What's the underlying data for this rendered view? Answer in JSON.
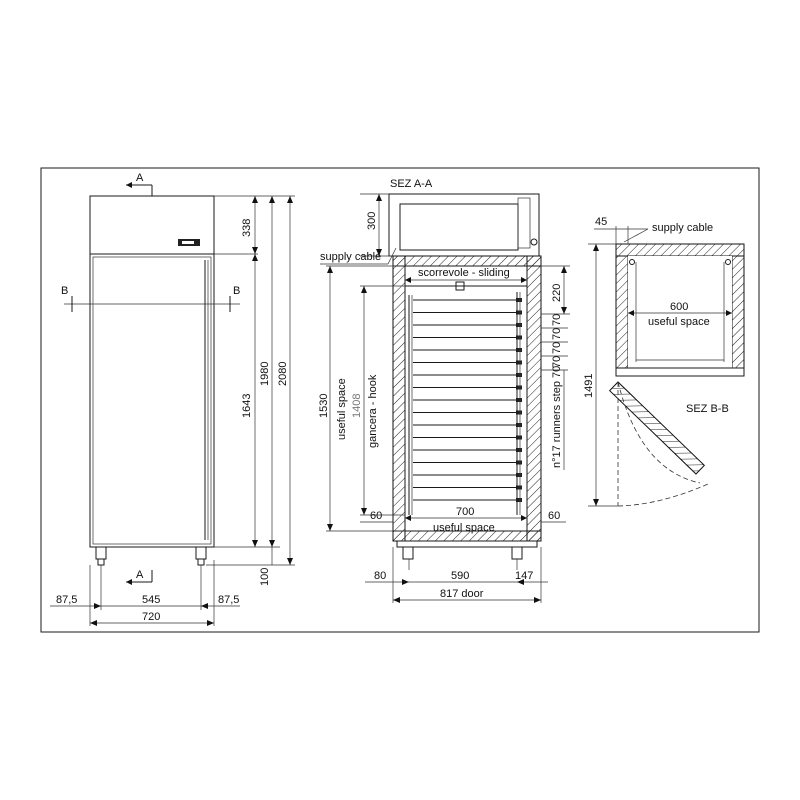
{
  "front": {
    "sec_a_top": "A",
    "sec_a_bottom": "A",
    "sec_b_left": "B",
    "sec_b_right": "B",
    "dim_338": "338",
    "dim_1643": "1643",
    "dim_1980": "1980",
    "dim_2080": "2080",
    "dim_100": "100",
    "dim_87_left": "87,5",
    "dim_545": "545",
    "dim_87_right": "87,5",
    "dim_720": "720"
  },
  "section_aa": {
    "title": "SEZ A-A",
    "dim_300": "300",
    "supply_cable": "supply cable",
    "sliding": "scorrevole - sliding",
    "dim_220": "220",
    "dim_70s": [
      "70",
      "70",
      "70",
      "70"
    ],
    "runners": "n°17 runners step 70",
    "dim_1530": "1530",
    "useful_space_v": "useful space",
    "dim_1408": "1408",
    "hook": "gancera - hook",
    "dim_700": "700",
    "useful_space_h": "useful space",
    "dim_60_left": "60",
    "dim_60_right": "60",
    "dim_80": "80",
    "dim_590": "590",
    "dim_147": "147",
    "dim_817": "817 door"
  },
  "section_bb": {
    "dim_45": "45",
    "supply_cable": "supply cable",
    "dim_600": "600",
    "useful_space": "useful space",
    "dim_1491": "1491",
    "title": "SEZ B-B"
  }
}
